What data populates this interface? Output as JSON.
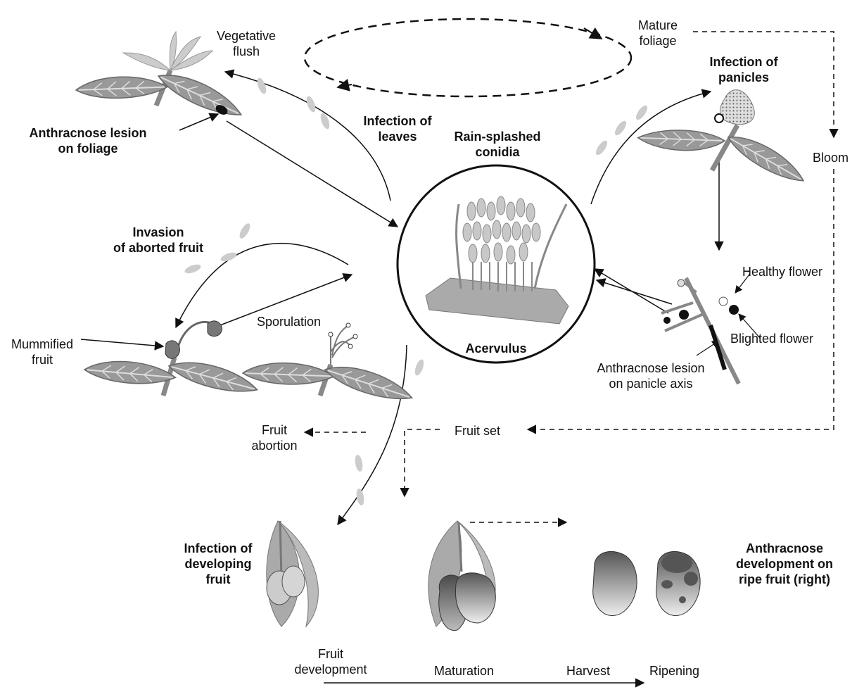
{
  "center": {
    "label_top": "Rain-splashed\nconidia",
    "label_bottom": "Acervulus"
  },
  "stages": {
    "vegetative_flush": "Vegetative\nflush",
    "mature_foliage": "Mature\nfoliage",
    "bloom": "Bloom",
    "fruit_set": "Fruit set",
    "fruit_abortion": "Fruit\nabortion"
  },
  "infections": {
    "lesion_on_foliage": "Anthracnose lesion\non foliage",
    "infection_of_leaves": "Infection of\nleaves",
    "infection_of_panicles": "Infection of\npanicles",
    "invasion_of_aborted_fruit": "Invasion\nof aborted fruit",
    "infection_of_developing_fruit": "Infection of\ndeveloping\nfruit",
    "ripe_fruit_development": "Anthracnose\ndevelopment on\nripe fruit (right)"
  },
  "details": {
    "healthy_flower": "Healthy flower",
    "blighted_flower": "Blighted flower",
    "lesion_on_panicle_axis": "Anthracnose lesion\non panicle axis",
    "sporulation": "Sporulation",
    "mummified_fruit": "Mummified\nfruit"
  },
  "timeline": {
    "fruit_development": "Fruit\ndevelopment",
    "maturation": "Maturation",
    "harvest": "Harvest",
    "ripening": "Ripening"
  }
}
